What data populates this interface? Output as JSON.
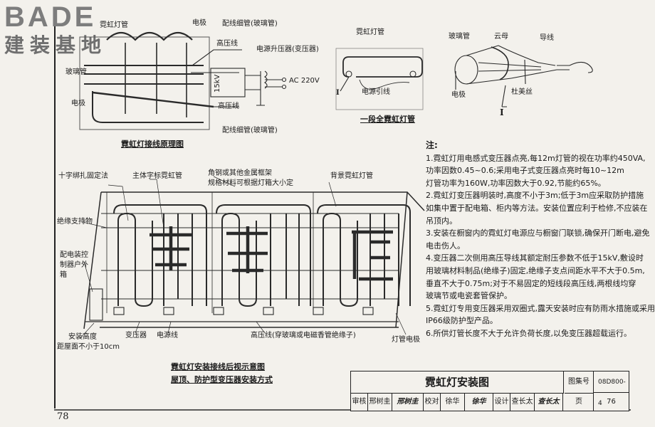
{
  "logo": {
    "main": "BADE",
    "sub": "建装基地"
  },
  "fig1": {
    "labels": {
      "neon_tube_partial": "霓虹灯管",
      "electrode_top": "电极",
      "wiring_fine_tube_top": "配线细管(玻璃管)",
      "glass_tube": "玻璃管",
      "electrode_left": "电极",
      "hv_line_top": "高压线",
      "power_transformer": "电源升压器(变压器)",
      "kv_label": "15kV",
      "ac_label": "AC 220V",
      "hv_line_bottom": "高压线",
      "wiring_fine_tube_bottom": "配线细管(玻璃管)"
    },
    "caption": "霓虹灯接线原理图"
  },
  "fig2": {
    "labels": {
      "tube": "霓虹灯管",
      "roman": "I",
      "power_lead": "电源引线"
    },
    "caption": "一段全霓虹灯管"
  },
  "fig3": {
    "labels": {
      "glass": "玻璃管",
      "mica": "云母",
      "wire": "导线",
      "electrode": "电极",
      "dumet": "杜美丝"
    },
    "roman": "I"
  },
  "fig4": {
    "labels": {
      "cross_binding": "十字绑扎固定法",
      "main_letter": "主体字标霓虹管",
      "angle_steel": "角钢或其他金属框架",
      "angle_steel_note": "规格材料可根据灯箱大小定",
      "back_tube": "背景霓虹灯管",
      "insulating_support": "绝缘支持物",
      "distribution_box": "配电装控制器户外箱",
      "install_height": "安装高度",
      "ground_distance": "距屋面不小于10cm",
      "transformer": "变压器",
      "power_line": "电源线",
      "hv_line_note": "高压线(穿玻璃或电磁香管绝缘子)",
      "tube_electrode": "灯管电极"
    },
    "caption": "霓虹灯安装接线后视示意图",
    "subcaption": "屋顶、防护型变压器安装方式"
  },
  "notes": {
    "heading": "注:",
    "lines": [
      "1.霓虹灯用电感式变压器点亮,每12m灯管的视在功率约450VA,",
      "  功率因数0.45~0.6;采用电子式变压器点亮时每10~12m",
      "  灯管功率为160W,功率因数大于0.92,节能约65%。",
      "2.霓虹灯变压器明装时,高度不小于3m;低于3m应采取防护措施",
      "  如集中置于配电箱、柜内等方法。安装位置应利于检修,不应装在",
      "  吊顶内。",
      "3.安装在橱窗内的霓虹灯电源应与橱窗门联锁,确保开门断电,避免",
      "  电击伤人。",
      "4.变压器二次侧用高压导线其额定耐压参数不低于15kV,敷设时",
      "  用玻璃材料制品(绝缘子)固定,绝缘子支点间距水平不大于0.5m,",
      "  垂直不大于0.75m;对于不易固定的短线段高压线,两根线均穿",
      "  玻璃节或电瓷套管保护。",
      "5.霓虹灯专用变压器采用双圈式,露天安装时应有防雨水措施或采用",
      "  IP66级防护型产品。",
      "6.所供灯管长度不大于允许负荷长度,以免变压器超载运行。"
    ]
  },
  "title_block": {
    "title": "霓虹灯安装图",
    "atlas_label": "图集号",
    "atlas_value": "08D800-4",
    "page_label": "页",
    "page_value": "76",
    "review_label": "审核",
    "reviewer": "邢树圭",
    "reviewer_sig": "邢树圭",
    "check_label": "校对",
    "checker": "徐华",
    "checker_sig": "徐华",
    "design_label": "设计",
    "designer": "查长太",
    "designer_sig": "查长太"
  },
  "page_number": "78"
}
